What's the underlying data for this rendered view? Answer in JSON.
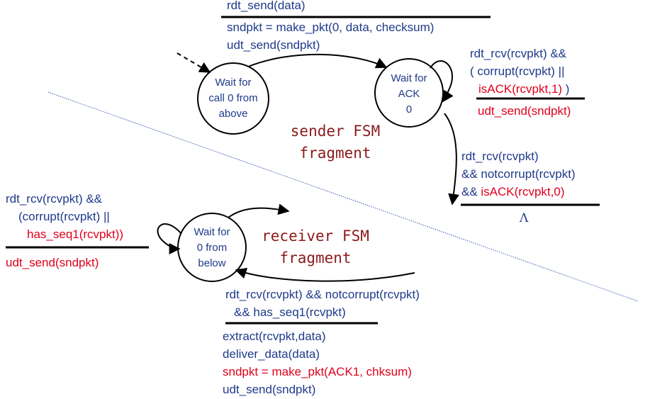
{
  "sender": {
    "title_line1": "sender FSM",
    "title_line2": "fragment",
    "state_wait_call": [
      "Wait for",
      "call 0 from",
      "above"
    ],
    "state_wait_ack": [
      "Wait for",
      "ACK",
      "0"
    ],
    "t_send": {
      "event": "rdt_send(data)",
      "actions": [
        "sndpkt = make_pkt(0, data, checksum)",
        "udt_send(sndpkt)"
      ]
    },
    "t_resend": {
      "event_lines": [
        "rdt_rcv(rcvpkt) &&",
        "( corrupt(rcvpkt) ||"
      ],
      "event_red": "isACK(rcvpkt,1)",
      "event_close": " )",
      "action": "udt_send(sndpkt)"
    },
    "t_ack": {
      "event_lines": [
        "rdt_rcv(rcvpkt)",
        "&& notcorrupt(rcvpkt)"
      ],
      "event_prefix": "&& ",
      "event_red": "isACK(rcvpkt,0)",
      "action": "Λ"
    }
  },
  "receiver": {
    "title_line1": "receiver FSM",
    "title_line2": "fragment",
    "state_wait_below": [
      "Wait for",
      "0 from",
      "below"
    ],
    "t_dup": {
      "event_lines": [
        "rdt_rcv(rcvpkt) &&",
        "(corrupt(rcvpkt) ||"
      ],
      "event_red": "has_seq1(rcvpkt))",
      "action": "udt_send(sndpkt)"
    },
    "t_deliver": {
      "event_lines": [
        "rdt_rcv(rcvpkt) && notcorrupt(rcvpkt)",
        "&& has_seq1(rcvpkt)"
      ],
      "actions": [
        "extract(rcvpkt,data)",
        "deliver_data(data)"
      ],
      "action_red": "sndpkt = make_pkt(ACK1, chksum)",
      "action_last": "udt_send(sndpkt)"
    }
  }
}
